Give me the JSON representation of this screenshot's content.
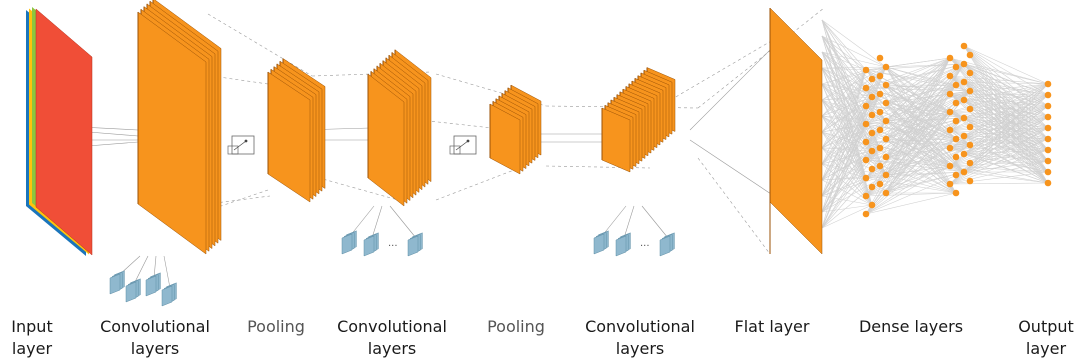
{
  "colors": {
    "orange": "#F7941D",
    "orange_dark": "#C96A0C",
    "orange_edge": "#9B5206",
    "input_red": "#F04E37",
    "input_red_dark": "#B5301D",
    "input_green": "#8DC63F",
    "input_yellow": "#FFC20E",
    "input_blue": "#1B75BB",
    "kernel_blue": "#8FB8CE",
    "line_gray": "#9a9a9a",
    "text": "#1a1a1a"
  },
  "labels": [
    {
      "key": "input",
      "line1": "Input",
      "line2": "layer"
    },
    {
      "key": "conv1",
      "line1": "Convolutional",
      "line2": "layers"
    },
    {
      "key": "pool1",
      "line1": "Pooling",
      "line2": ""
    },
    {
      "key": "conv2",
      "line1": "Convolutional",
      "line2": "layers"
    },
    {
      "key": "pool2",
      "line1": "Pooling",
      "line2": ""
    },
    {
      "key": "conv3",
      "line1": "Convolutional",
      "line2": "layers"
    },
    {
      "key": "flat",
      "line1": "Flat layer",
      "line2": ""
    },
    {
      "key": "dense",
      "line1": "Dense layers",
      "line2": ""
    },
    {
      "key": "output",
      "line1": "Output",
      "line2": "layer"
    }
  ],
  "kernel_ellipsis": "..."
}
